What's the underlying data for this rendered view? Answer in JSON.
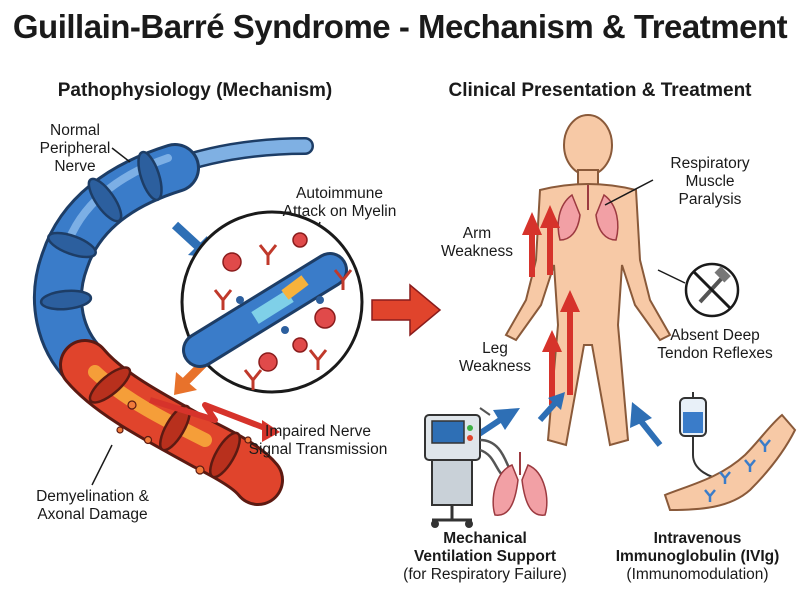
{
  "title": "Guillain-Barré Syndrome - Mechanism & Treatment",
  "sections": {
    "left": "Pathophysiology (Mechanism)",
    "right": "Clinical Presentation & Treatment"
  },
  "labels": {
    "normal_nerve": [
      "Normal",
      "Peripheral",
      "Nerve"
    ],
    "autoimmune": [
      "Autoimmune",
      "Attack on Myelin"
    ],
    "impaired": [
      "Impaired Nerve",
      "Signal Transmission"
    ],
    "demyelination": [
      "Demyelination &",
      "Axonal Damage"
    ],
    "arm_weakness": [
      "Arm",
      "Weakness"
    ],
    "leg_weakness": [
      "Leg",
      "Weakness"
    ],
    "respiratory": [
      "Respiratory",
      "Muscle",
      "Paralysis"
    ],
    "reflexes": [
      "Absent Deep",
      "Tendon Reflexes"
    ]
  },
  "treatments": {
    "ventilation": {
      "title_lines": [
        "Mechanical",
        "Ventilation Support"
      ],
      "note": "(for Respiratory Failure)"
    },
    "ivig": {
      "title_lines": [
        "Intravenous",
        "Immunoglobulin (IVIg)"
      ],
      "note": "(Immunomodulation)"
    }
  },
  "colors": {
    "nerve_blue": "#3a7cc9",
    "damage_red": "#e0442c",
    "arrow_red": "#d6332b",
    "arrow_blue": "#2e6fb5",
    "skin": "#f7c9a6"
  },
  "icons": [
    "nerve-icon",
    "magnified-attack-icon",
    "human-body-icon",
    "lungs-icon",
    "reflex-hammer-icon",
    "ventilator-icon",
    "iv-bag-icon",
    "arm-icon"
  ]
}
